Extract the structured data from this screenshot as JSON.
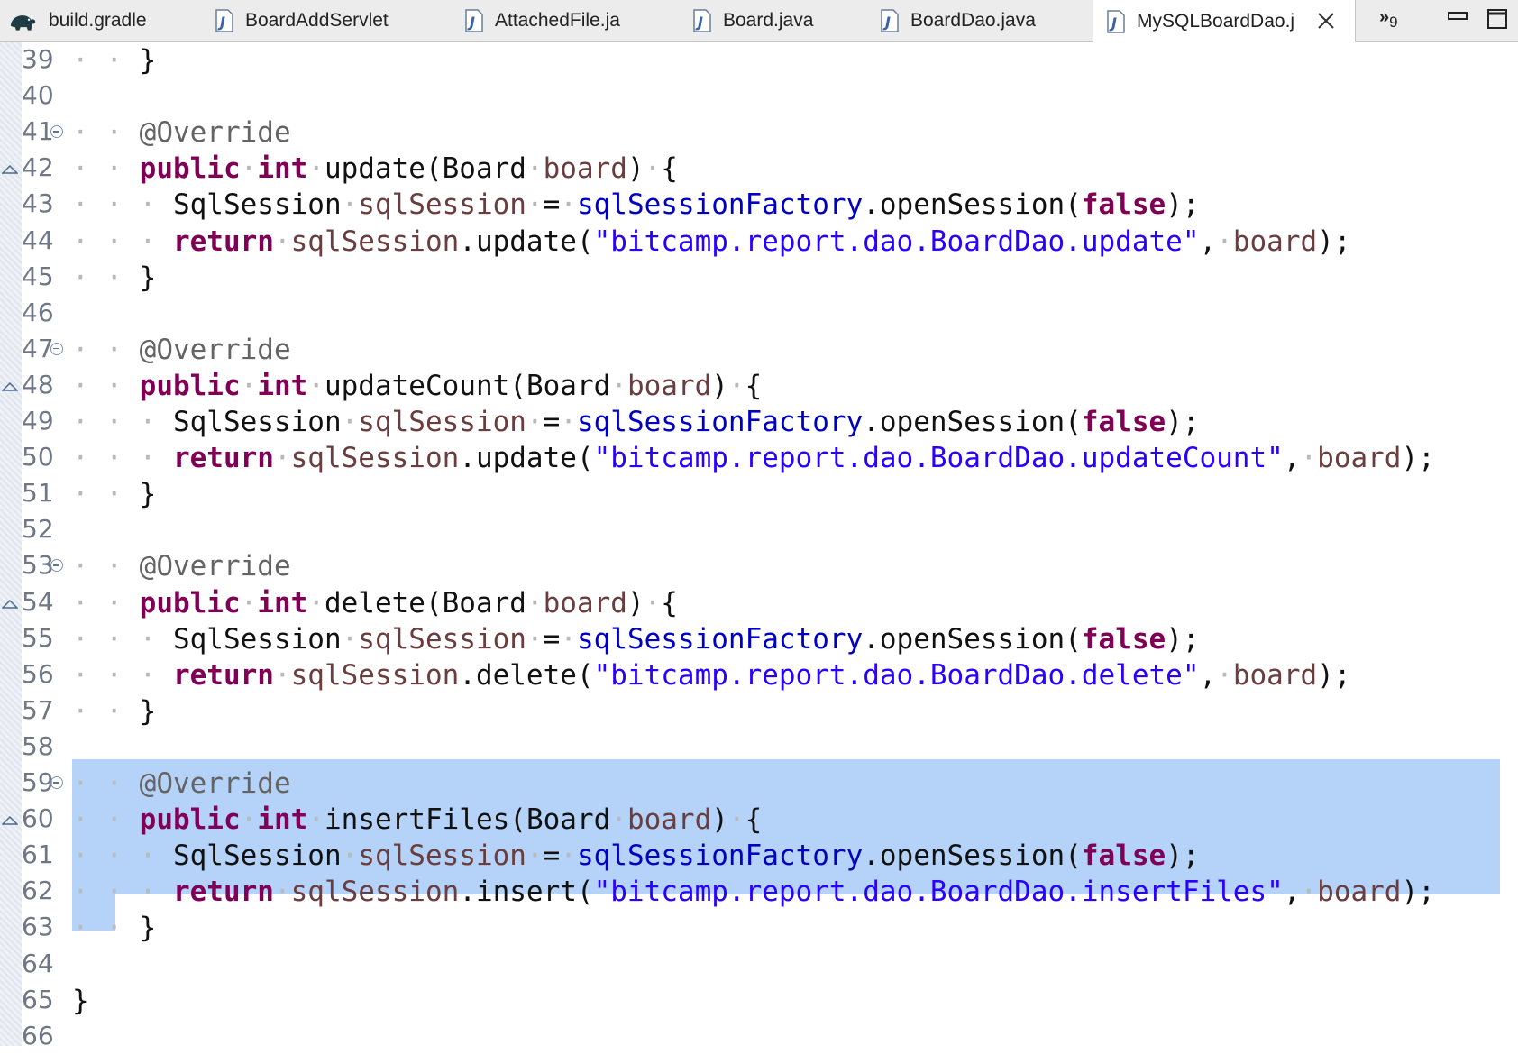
{
  "tabs": [
    {
      "label": "build.gradle",
      "icon": "gradle-elephant-icon"
    },
    {
      "label": "BoardAddServlet",
      "icon": "java-file-icon"
    },
    {
      "label": "AttachedFile.ja",
      "icon": "java-file-icon"
    },
    {
      "label": "Board.java",
      "icon": "java-file-icon"
    },
    {
      "label": "BoardDao.java",
      "icon": "java-file-icon"
    },
    {
      "label": "MySQLBoardDao.j",
      "icon": "java-file-icon",
      "active": true
    }
  ],
  "overflow": {
    "chevrons": "»",
    "count": "9"
  },
  "colors": {
    "keyword": "#7f0055",
    "string": "#2a00ff",
    "field": "#0000c0",
    "annotation": "#646464",
    "selection": "#b5d3f9"
  },
  "editor": {
    "lines": [
      {
        "n": "39",
        "toks": [
          [
            "ws",
            "· · "
          ],
          [
            "",
            "}"
          ]
        ]
      },
      {
        "n": "40",
        "toks": []
      },
      {
        "n": "41",
        "fold": true,
        "toks": [
          [
            "ws",
            "· · "
          ],
          [
            "ann",
            "@Override"
          ]
        ]
      },
      {
        "n": "42",
        "override": true,
        "toks": [
          [
            "ws",
            "· · "
          ],
          [
            "kw",
            "public"
          ],
          [
            "ws",
            "·"
          ],
          [
            "kw",
            "int"
          ],
          [
            "ws",
            "·"
          ],
          [
            "",
            "update(Board"
          ],
          [
            "ws",
            "·"
          ],
          [
            "var",
            "board"
          ],
          [
            "",
            ")"
          ],
          [
            "ws",
            "·"
          ],
          [
            "",
            "{"
          ]
        ]
      },
      {
        "n": "43",
        "toks": [
          [
            "ws",
            "· · · "
          ],
          [
            "",
            "SqlSession"
          ],
          [
            "ws",
            "·"
          ],
          [
            "var",
            "sqlSession"
          ],
          [
            "ws",
            "·"
          ],
          [
            "",
            "="
          ],
          [
            "ws",
            "·"
          ],
          [
            "fld",
            "sqlSessionFactory"
          ],
          [
            "",
            ".openSession("
          ],
          [
            "kw",
            "false"
          ],
          [
            "",
            ");"
          ]
        ]
      },
      {
        "n": "44",
        "toks": [
          [
            "ws",
            "· · · "
          ],
          [
            "kw",
            "return"
          ],
          [
            "ws",
            "·"
          ],
          [
            "var",
            "sqlSession"
          ],
          [
            "",
            ".update("
          ],
          [
            "str",
            "\"bitcamp.report.dao.BoardDao.update\""
          ],
          [
            "",
            ","
          ],
          [
            "ws",
            "·"
          ],
          [
            "var",
            "board"
          ],
          [
            "",
            ");"
          ]
        ]
      },
      {
        "n": "45",
        "toks": [
          [
            "ws",
            "· · "
          ],
          [
            "",
            "}"
          ]
        ]
      },
      {
        "n": "46",
        "toks": []
      },
      {
        "n": "47",
        "fold": true,
        "toks": [
          [
            "ws",
            "· · "
          ],
          [
            "ann",
            "@Override"
          ]
        ]
      },
      {
        "n": "48",
        "override": true,
        "toks": [
          [
            "ws",
            "· · "
          ],
          [
            "kw",
            "public"
          ],
          [
            "ws",
            "·"
          ],
          [
            "kw",
            "int"
          ],
          [
            "ws",
            "·"
          ],
          [
            "",
            "updateCount(Board"
          ],
          [
            "ws",
            "·"
          ],
          [
            "var",
            "board"
          ],
          [
            "",
            ")"
          ],
          [
            "ws",
            "·"
          ],
          [
            "",
            "{"
          ]
        ]
      },
      {
        "n": "49",
        "toks": [
          [
            "ws",
            "· · · "
          ],
          [
            "",
            "SqlSession"
          ],
          [
            "ws",
            "·"
          ],
          [
            "var",
            "sqlSession"
          ],
          [
            "ws",
            "·"
          ],
          [
            "",
            "="
          ],
          [
            "ws",
            "·"
          ],
          [
            "fld",
            "sqlSessionFactory"
          ],
          [
            "",
            ".openSession("
          ],
          [
            "kw",
            "false"
          ],
          [
            "",
            ");"
          ]
        ]
      },
      {
        "n": "50",
        "toks": [
          [
            "ws",
            "· · · "
          ],
          [
            "kw",
            "return"
          ],
          [
            "ws",
            "·"
          ],
          [
            "var",
            "sqlSession"
          ],
          [
            "",
            ".update("
          ],
          [
            "str",
            "\"bitcamp.report.dao.BoardDao.updateCount\""
          ],
          [
            "",
            ","
          ],
          [
            "ws",
            "·"
          ],
          [
            "var",
            "board"
          ],
          [
            "",
            ");"
          ]
        ]
      },
      {
        "n": "51",
        "toks": [
          [
            "ws",
            "· · "
          ],
          [
            "",
            "}"
          ]
        ]
      },
      {
        "n": "52",
        "toks": []
      },
      {
        "n": "53",
        "fold": true,
        "toks": [
          [
            "ws",
            "· · "
          ],
          [
            "ann",
            "@Override"
          ]
        ]
      },
      {
        "n": "54",
        "override": true,
        "toks": [
          [
            "ws",
            "· · "
          ],
          [
            "kw",
            "public"
          ],
          [
            "ws",
            "·"
          ],
          [
            "kw",
            "int"
          ],
          [
            "ws",
            "·"
          ],
          [
            "",
            "delete(Board"
          ],
          [
            "ws",
            "·"
          ],
          [
            "var",
            "board"
          ],
          [
            "",
            ")"
          ],
          [
            "ws",
            "·"
          ],
          [
            "",
            "{"
          ]
        ]
      },
      {
        "n": "55",
        "toks": [
          [
            "ws",
            "· · · "
          ],
          [
            "",
            "SqlSession"
          ],
          [
            "ws",
            "·"
          ],
          [
            "var",
            "sqlSession"
          ],
          [
            "ws",
            "·"
          ],
          [
            "",
            "="
          ],
          [
            "ws",
            "·"
          ],
          [
            "fld",
            "sqlSessionFactory"
          ],
          [
            "",
            ".openSession("
          ],
          [
            "kw",
            "false"
          ],
          [
            "",
            ");"
          ]
        ]
      },
      {
        "n": "56",
        "toks": [
          [
            "ws",
            "· · · "
          ],
          [
            "kw",
            "return"
          ],
          [
            "ws",
            "·"
          ],
          [
            "var",
            "sqlSession"
          ],
          [
            "",
            ".delete("
          ],
          [
            "str",
            "\"bitcamp.report.dao.BoardDao.delete\""
          ],
          [
            "",
            ","
          ],
          [
            "ws",
            "·"
          ],
          [
            "var",
            "board"
          ],
          [
            "",
            ");"
          ]
        ]
      },
      {
        "n": "57",
        "toks": [
          [
            "ws",
            "· · "
          ],
          [
            "",
            "}"
          ]
        ]
      },
      {
        "n": "58",
        "toks": []
      },
      {
        "n": "59",
        "fold": true,
        "toks": [
          [
            "ws",
            "· · "
          ],
          [
            "ann",
            "@Override"
          ]
        ]
      },
      {
        "n": "60",
        "override": true,
        "toks": [
          [
            "ws",
            "· · "
          ],
          [
            "kw",
            "public"
          ],
          [
            "ws",
            "·"
          ],
          [
            "kw",
            "int"
          ],
          [
            "ws",
            "·"
          ],
          [
            "",
            "insertFiles(Board"
          ],
          [
            "ws",
            "·"
          ],
          [
            "var",
            "board"
          ],
          [
            "",
            ")"
          ],
          [
            "ws",
            "·"
          ],
          [
            "",
            "{"
          ]
        ]
      },
      {
        "n": "61",
        "toks": [
          [
            "ws",
            "· · · "
          ],
          [
            "",
            "SqlSession"
          ],
          [
            "ws",
            "·"
          ],
          [
            "var",
            "sqlSession"
          ],
          [
            "ws",
            "·"
          ],
          [
            "",
            "="
          ],
          [
            "ws",
            "·"
          ],
          [
            "fld",
            "sqlSessionFactory"
          ],
          [
            "",
            ".openSession("
          ],
          [
            "kw",
            "false"
          ],
          [
            "",
            ");"
          ]
        ]
      },
      {
        "n": "62",
        "toks": [
          [
            "ws",
            "· · · "
          ],
          [
            "kw",
            "return"
          ],
          [
            "ws",
            "·"
          ],
          [
            "var",
            "sqlSession"
          ],
          [
            "",
            ".insert("
          ],
          [
            "str",
            "\"bitcamp.report.dao.BoardDao.insertFiles\""
          ],
          [
            "",
            ","
          ],
          [
            "ws",
            "·"
          ],
          [
            "var",
            "board"
          ],
          [
            "",
            ");"
          ]
        ]
      },
      {
        "n": "63",
        "toks": [
          [
            "ws",
            "· · "
          ],
          [
            "",
            "}"
          ]
        ]
      },
      {
        "n": "64",
        "toks": []
      },
      {
        "n": "65",
        "toks": [
          [
            "",
            "}"
          ]
        ]
      },
      {
        "n": "66",
        "toks": []
      }
    ]
  }
}
